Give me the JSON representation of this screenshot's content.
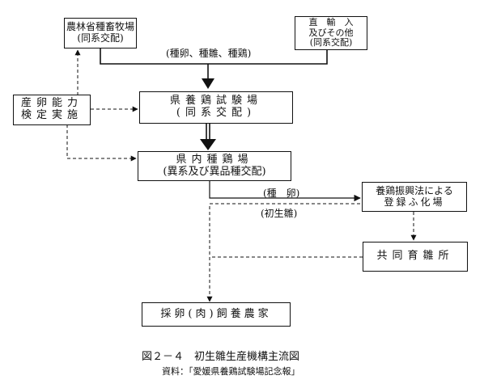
{
  "nodes": {
    "nourin": {
      "line1": "農林省種畜牧場",
      "line2": "(同系交配)"
    },
    "yunyu": {
      "line1": "直　輸　入",
      "line2": "及びその他",
      "line3": "(同系交配)"
    },
    "sanran": {
      "line1": "産卵能力",
      "line2": "検定実施"
    },
    "ken_yokei": {
      "line1": "県養鶏試験場",
      "line2": "(同系交配)"
    },
    "kennai": {
      "line1": "県内種鶏場",
      "line2": "(異系及び異品種交配)"
    },
    "fuka": {
      "line1": "養鶏振興法による",
      "line2": "登録ふ化場"
    },
    "ikusu": {
      "line1": "共同育雛所"
    },
    "noka": {
      "line1": "採卵(肉)飼養農家"
    }
  },
  "labels": {
    "top_flow": "(種卵、種雛、種鶏)",
    "tamago": "(種　卵)",
    "hina": "(初生雛)"
  },
  "caption": {
    "title": "図２－４　初生雛生産機構主流図",
    "source": "資料：「愛媛県養鶏試験場記念報」"
  }
}
